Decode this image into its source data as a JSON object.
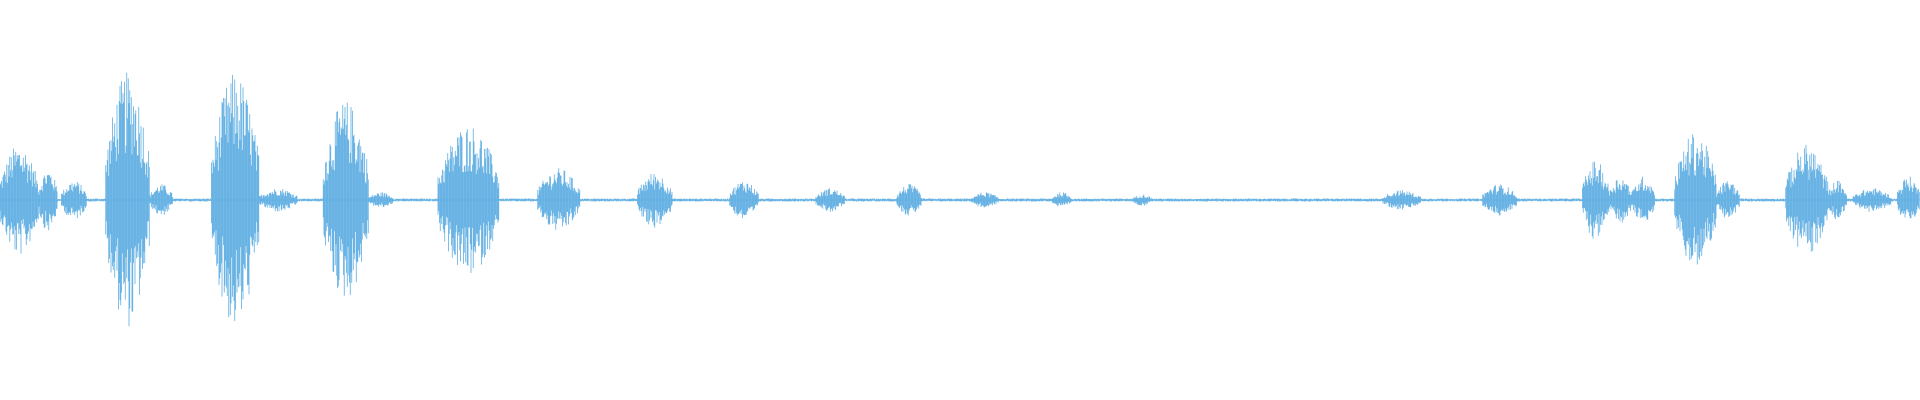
{
  "waveform": {
    "color": "#5dade2",
    "background": "#ffffff",
    "bursts": [
      {
        "start": 0.0,
        "end": 0.02,
        "amp": 0.14
      },
      {
        "start": 0.02,
        "end": 0.03,
        "amp": 0.08
      },
      {
        "start": 0.032,
        "end": 0.045,
        "amp": 0.05
      },
      {
        "start": 0.055,
        "end": 0.078,
        "amp": 0.32
      },
      {
        "start": 0.078,
        "end": 0.09,
        "amp": 0.04
      },
      {
        "start": 0.11,
        "end": 0.135,
        "amp": 0.32
      },
      {
        "start": 0.135,
        "end": 0.155,
        "amp": 0.03
      },
      {
        "start": 0.168,
        "end": 0.192,
        "amp": 0.25
      },
      {
        "start": 0.192,
        "end": 0.205,
        "amp": 0.02
      },
      {
        "start": 0.228,
        "end": 0.26,
        "amp": 0.19
      },
      {
        "start": 0.28,
        "end": 0.302,
        "amp": 0.08
      },
      {
        "start": 0.332,
        "end": 0.35,
        "amp": 0.07
      },
      {
        "start": 0.38,
        "end": 0.395,
        "amp": 0.05
      },
      {
        "start": 0.425,
        "end": 0.44,
        "amp": 0.03
      },
      {
        "start": 0.467,
        "end": 0.48,
        "amp": 0.04
      },
      {
        "start": 0.506,
        "end": 0.52,
        "amp": 0.02
      },
      {
        "start": 0.548,
        "end": 0.558,
        "amp": 0.02
      },
      {
        "start": 0.59,
        "end": 0.6,
        "amp": 0.015
      },
      {
        "start": 0.72,
        "end": 0.74,
        "amp": 0.025
      },
      {
        "start": 0.772,
        "end": 0.79,
        "amp": 0.04
      },
      {
        "start": 0.824,
        "end": 0.838,
        "amp": 0.1
      },
      {
        "start": 0.838,
        "end": 0.85,
        "amp": 0.06
      },
      {
        "start": 0.85,
        "end": 0.862,
        "amp": 0.06
      },
      {
        "start": 0.872,
        "end": 0.894,
        "amp": 0.17
      },
      {
        "start": 0.894,
        "end": 0.906,
        "amp": 0.05
      },
      {
        "start": 0.93,
        "end": 0.952,
        "amp": 0.14
      },
      {
        "start": 0.952,
        "end": 0.962,
        "amp": 0.05
      },
      {
        "start": 0.965,
        "end": 0.985,
        "amp": 0.03
      },
      {
        "start": 0.988,
        "end": 1.0,
        "amp": 0.06
      }
    ]
  }
}
